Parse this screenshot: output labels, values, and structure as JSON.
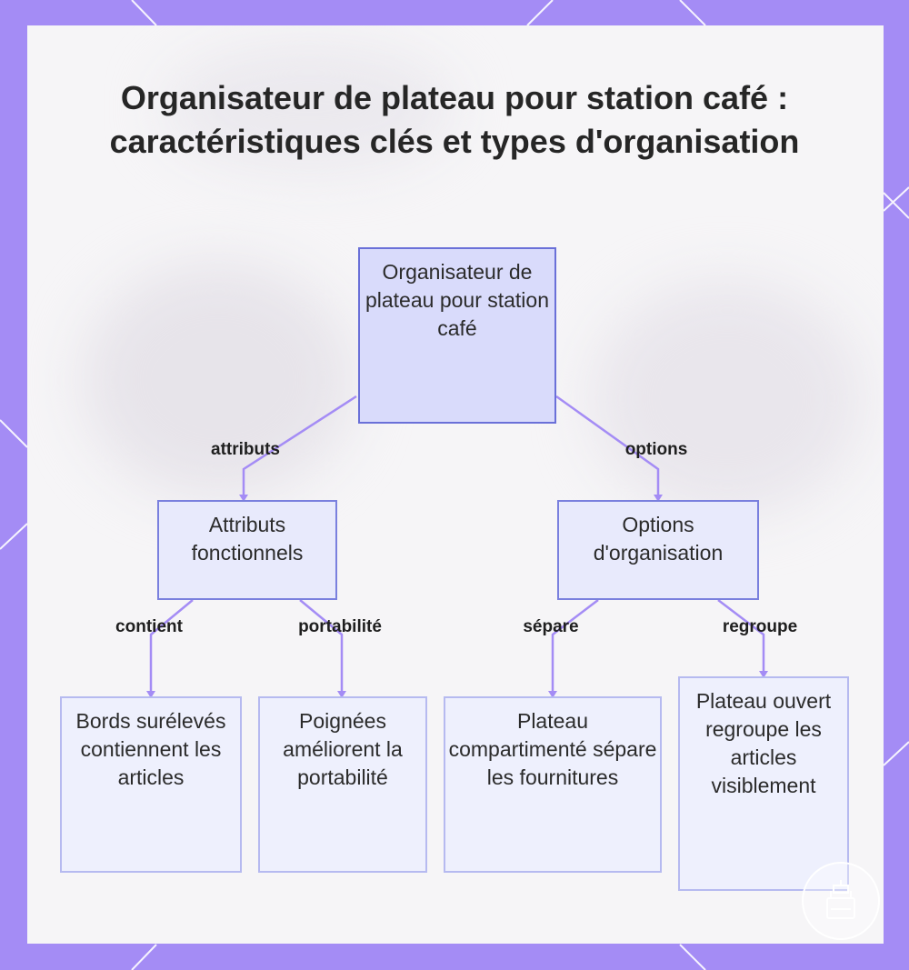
{
  "title": "Organisateur de plateau pour station café : caractéristiques clés et types d'organisation",
  "nodes": {
    "root": "Organisateur de plateau pour station café",
    "attributes": "Attributs fonctionnels",
    "options": "Options d'organisation",
    "raised_edges": "Bords surélevés contiennent les articles",
    "handles": "Poignées améliorent la portabilité",
    "compartment": "Plateau compartimenté sépare les fournitures",
    "open_tray": "Plateau ouvert regroupe les articles visiblement"
  },
  "edges": {
    "attributs": "attributs",
    "options": "options",
    "contient": "contient",
    "portabilite": "portabilité",
    "separe": "sépare",
    "regroupe": "regroupe"
  },
  "colors": {
    "frame": "#a48cf5",
    "connector": "#a48cf5",
    "root_fill": "#d9dbfb",
    "root_border": "#6a70d8"
  },
  "icons": {
    "badge": "coffee-station-icon"
  }
}
